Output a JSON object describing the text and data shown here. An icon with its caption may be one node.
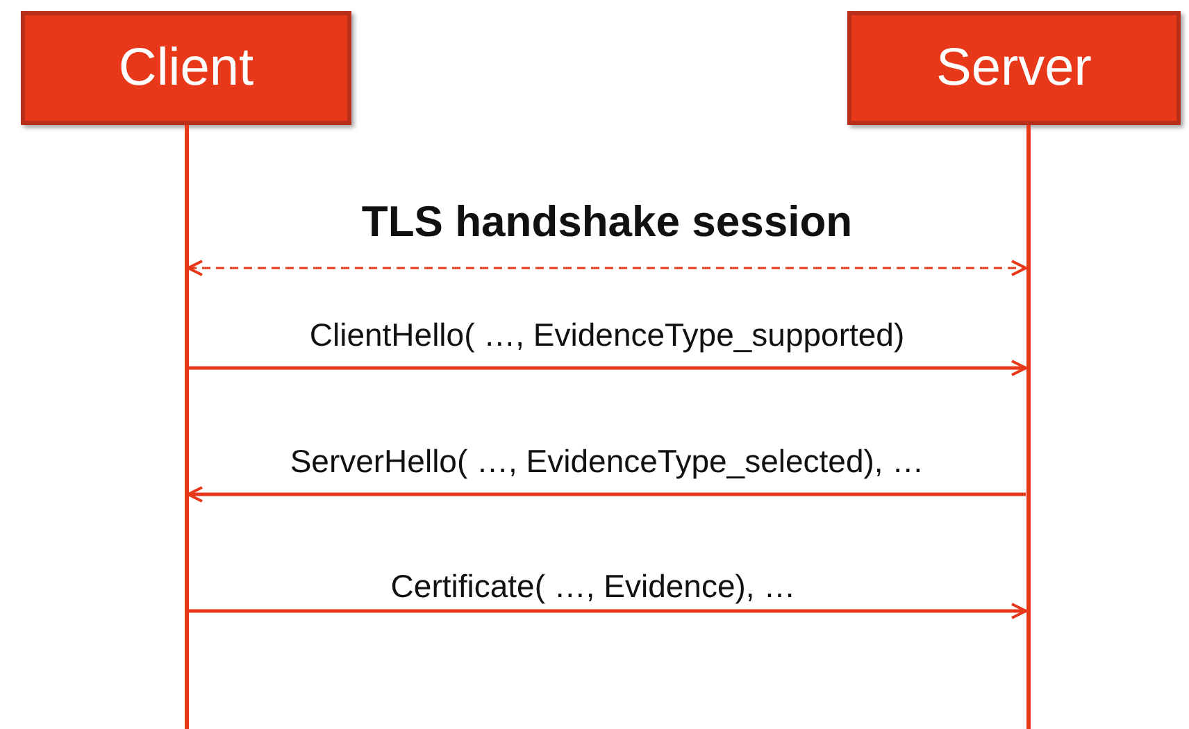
{
  "diagram": {
    "nodes": [
      {
        "text": [
          "Client"
        ]
      },
      {
        "text": [
          "Server"
        ]
      },
      {
        "text": [],
        "shape": "line"
      },
      {
        "text": [],
        "shape": "line"
      }
    ],
    "edges": [
      {
        "from": 2,
        "to": 3,
        "arrow": "both",
        "style": "dashed",
        "label": "TLS handshake session"
      },
      {
        "from": 2,
        "to": 3,
        "arrow": "to",
        "label": "ClientHello( …, EvidenceType_supported)"
      },
      {
        "from": 3,
        "to": 2,
        "arrow": "to",
        "label": "ServerHello( …, EvidenceType_selected), …"
      },
      {
        "from": 2,
        "to": 3,
        "arrow": "to",
        "label": "Certificate( …, Evidence), …"
      }
    ]
  }
}
